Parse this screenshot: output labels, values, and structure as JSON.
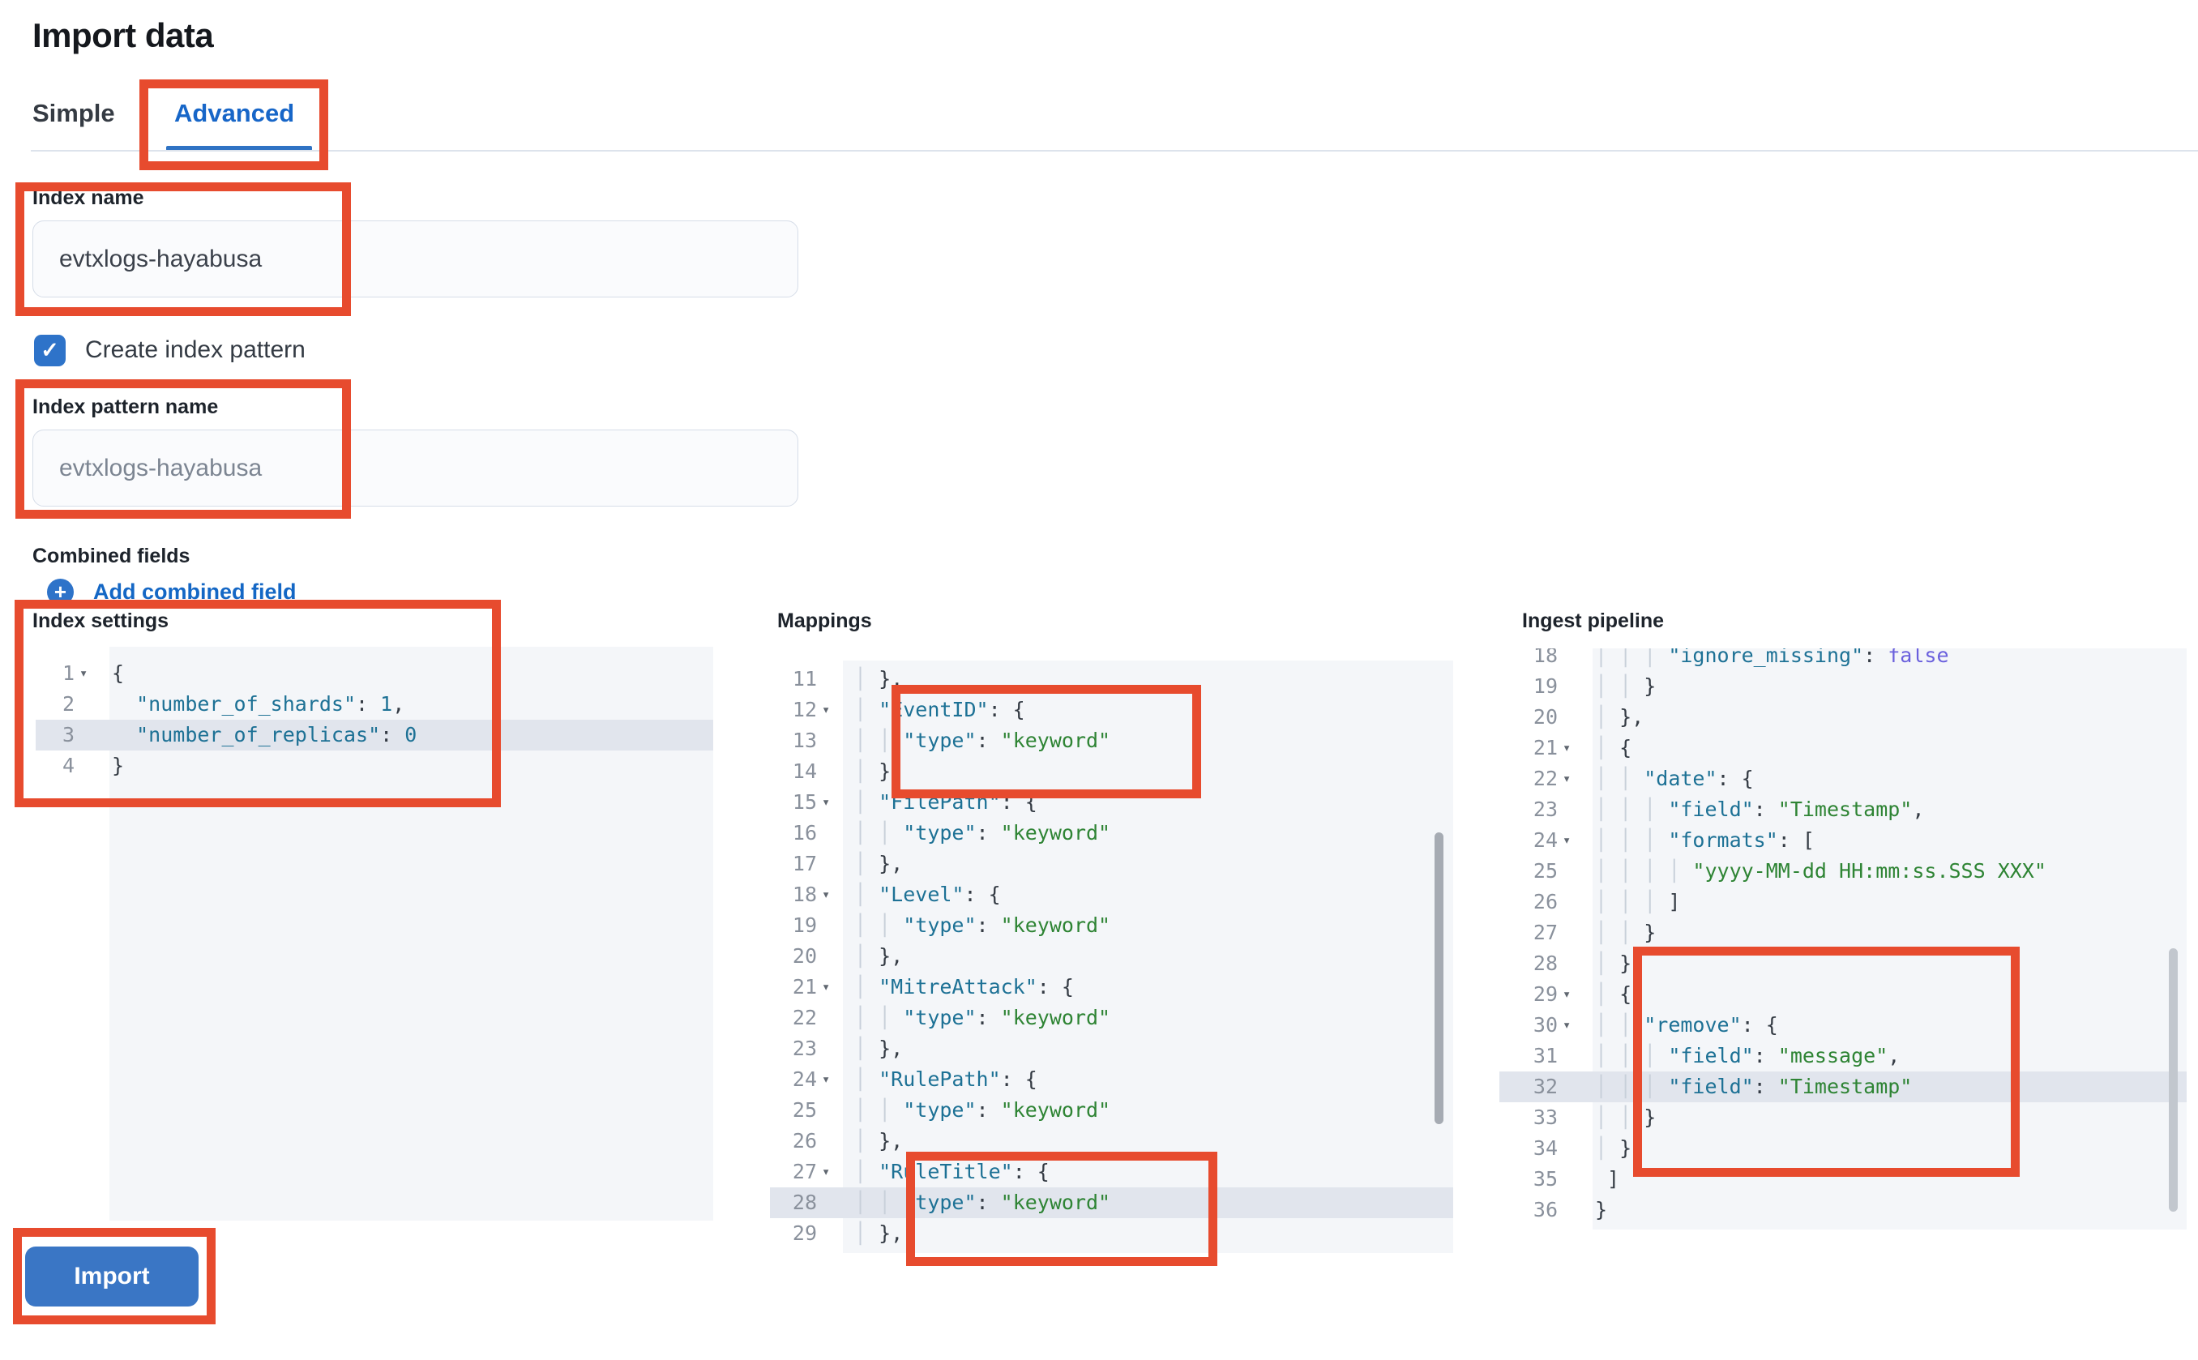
{
  "page": {
    "title": "Import data"
  },
  "tabs": [
    {
      "label": "Simple",
      "active": false
    },
    {
      "label": "Advanced",
      "active": true
    }
  ],
  "form": {
    "index_name": {
      "label": "Index name",
      "value": "evtxlogs-hayabusa"
    },
    "create_index_pattern": {
      "label": "Create index pattern",
      "checked": true
    },
    "index_pattern_name": {
      "label": "Index pattern name",
      "placeholder": "evtxlogs-hayabusa"
    },
    "combined_fields": {
      "label": "Combined fields",
      "add_link_label": "Add combined field"
    }
  },
  "icons": {
    "checkmark": "✓",
    "plus": "+",
    "fold_caret": "▾"
  },
  "import_button": {
    "label": "Import"
  },
  "annotations": {
    "color": "#e74b2e",
    "boxes": [
      "advanced-tab",
      "index-name-field",
      "index-pattern-name-field",
      "index-settings-editor",
      "mappings-eventid-lines",
      "mappings-ruletitle-lines",
      "ingest-remove-lines",
      "import-button"
    ]
  },
  "editors": [
    {
      "id": "index-settings",
      "label": "Index settings",
      "lines": [
        {
          "n": 1,
          "caret": true,
          "segs": [
            [
              "pl",
              "{"
            ]
          ]
        },
        {
          "n": 2,
          "segs": [
            [
              "pl",
              "  "
            ],
            [
              "ky",
              "\"number_of_shards\""
            ],
            [
              "pl",
              ": "
            ],
            [
              "nu",
              "1"
            ],
            [
              "pl",
              ","
            ]
          ]
        },
        {
          "n": 3,
          "hl": true,
          "segs": [
            [
              "pl",
              "  "
            ],
            [
              "ky",
              "\"number_of_replicas\""
            ],
            [
              "pl",
              ": "
            ],
            [
              "nu",
              "0"
            ]
          ]
        },
        {
          "n": 4,
          "segs": [
            [
              "pl",
              "}"
            ]
          ]
        }
      ]
    },
    {
      "id": "mappings",
      "label": "Mappings",
      "lines": [
        {
          "n": 11,
          "g": 1,
          "segs": [
            [
              "pl",
              "},"
            ]
          ]
        },
        {
          "n": 12,
          "caret": true,
          "g": 1,
          "segs": [
            [
              "ky",
              "\"EventID\""
            ],
            [
              "pl",
              ": {"
            ]
          ]
        },
        {
          "n": 13,
          "g": 2,
          "segs": [
            [
              "ky",
              "\"type\""
            ],
            [
              "pl",
              ": "
            ],
            [
              "st",
              "\"keyword\""
            ]
          ]
        },
        {
          "n": 14,
          "g": 1,
          "segs": [
            [
              "pl",
              "},"
            ]
          ]
        },
        {
          "n": 15,
          "caret": true,
          "g": 1,
          "segs": [
            [
              "ky",
              "\"FilePath\""
            ],
            [
              "pl",
              ": {"
            ]
          ]
        },
        {
          "n": 16,
          "g": 2,
          "segs": [
            [
              "ky",
              "\"type\""
            ],
            [
              "pl",
              ": "
            ],
            [
              "st",
              "\"keyword\""
            ]
          ]
        },
        {
          "n": 17,
          "g": 1,
          "segs": [
            [
              "pl",
              "},"
            ]
          ]
        },
        {
          "n": 18,
          "caret": true,
          "g": 1,
          "segs": [
            [
              "ky",
              "\"Level\""
            ],
            [
              "pl",
              ": {"
            ]
          ]
        },
        {
          "n": 19,
          "g": 2,
          "segs": [
            [
              "ky",
              "\"type\""
            ],
            [
              "pl",
              ": "
            ],
            [
              "st",
              "\"keyword\""
            ]
          ]
        },
        {
          "n": 20,
          "g": 1,
          "segs": [
            [
              "pl",
              "},"
            ]
          ]
        },
        {
          "n": 21,
          "caret": true,
          "g": 1,
          "segs": [
            [
              "ky",
              "\"MitreAttack\""
            ],
            [
              "pl",
              ": {"
            ]
          ]
        },
        {
          "n": 22,
          "g": 2,
          "segs": [
            [
              "ky",
              "\"type\""
            ],
            [
              "pl",
              ": "
            ],
            [
              "st",
              "\"keyword\""
            ]
          ]
        },
        {
          "n": 23,
          "g": 1,
          "segs": [
            [
              "pl",
              "},"
            ]
          ]
        },
        {
          "n": 24,
          "caret": true,
          "g": 1,
          "segs": [
            [
              "ky",
              "\"RulePath\""
            ],
            [
              "pl",
              ": {"
            ]
          ]
        },
        {
          "n": 25,
          "g": 2,
          "segs": [
            [
              "ky",
              "\"type\""
            ],
            [
              "pl",
              ": "
            ],
            [
              "st",
              "\"keyword\""
            ]
          ]
        },
        {
          "n": 26,
          "g": 1,
          "segs": [
            [
              "pl",
              "},"
            ]
          ]
        },
        {
          "n": 27,
          "caret": true,
          "g": 1,
          "segs": [
            [
              "ky",
              "\"RuleTitle\""
            ],
            [
              "pl",
              ": {"
            ]
          ]
        },
        {
          "n": 28,
          "g": 2,
          "hl": true,
          "segs": [
            [
              "ky",
              "\"type\""
            ],
            [
              "pl",
              ": "
            ],
            [
              "st",
              "\"keyword\""
            ]
          ]
        },
        {
          "n": 29,
          "g": 1,
          "segs": [
            [
              "pl",
              "},"
            ]
          ]
        }
      ]
    },
    {
      "id": "ingest-pipeline",
      "label": "Ingest pipeline",
      "lines": [
        {
          "n": 18,
          "g": 3,
          "segs": [
            [
              "ky",
              "\"ignore_missing\""
            ],
            [
              "pl",
              ": "
            ],
            [
              "bo",
              "false"
            ]
          ]
        },
        {
          "n": 19,
          "g": 2,
          "segs": [
            [
              "pl",
              "}"
            ]
          ]
        },
        {
          "n": 20,
          "g": 1,
          "segs": [
            [
              "pl",
              "},"
            ]
          ]
        },
        {
          "n": 21,
          "caret": true,
          "g": 1,
          "segs": [
            [
              "pl",
              "{"
            ]
          ]
        },
        {
          "n": 22,
          "caret": true,
          "g": 2,
          "segs": [
            [
              "ky",
              "\"date\""
            ],
            [
              "pl",
              ": {"
            ]
          ]
        },
        {
          "n": 23,
          "g": 3,
          "segs": [
            [
              "ky",
              "\"field\""
            ],
            [
              "pl",
              ": "
            ],
            [
              "st",
              "\"Timestamp\""
            ],
            [
              "pl",
              ","
            ]
          ]
        },
        {
          "n": 24,
          "caret": true,
          "g": 3,
          "segs": [
            [
              "ky",
              "\"formats\""
            ],
            [
              "pl",
              ": ["
            ]
          ]
        },
        {
          "n": 25,
          "g": 4,
          "segs": [
            [
              "st",
              "\"yyyy-MM-dd HH:mm:ss.SSS XXX\""
            ]
          ]
        },
        {
          "n": 26,
          "g": 3,
          "segs": [
            [
              "pl",
              "]"
            ]
          ]
        },
        {
          "n": 27,
          "g": 2,
          "segs": [
            [
              "pl",
              "}"
            ]
          ]
        },
        {
          "n": 28,
          "g": 1,
          "segs": [
            [
              "pl",
              "},"
            ]
          ]
        },
        {
          "n": 29,
          "caret": true,
          "g": 1,
          "segs": [
            [
              "pl",
              "{"
            ]
          ]
        },
        {
          "n": 30,
          "caret": true,
          "g": 2,
          "segs": [
            [
              "ky",
              "\"remove\""
            ],
            [
              "pl",
              ": {"
            ]
          ]
        },
        {
          "n": 31,
          "g": 3,
          "segs": [
            [
              "ky",
              "\"field\""
            ],
            [
              "pl",
              ": "
            ],
            [
              "st",
              "\"message\""
            ],
            [
              "pl",
              ","
            ]
          ]
        },
        {
          "n": 32,
          "g": 3,
          "hl": true,
          "segs": [
            [
              "ky",
              "\"field\""
            ],
            [
              "pl",
              ": "
            ],
            [
              "st",
              "\"Timestamp\""
            ]
          ]
        },
        {
          "n": 33,
          "g": 2,
          "segs": [
            [
              "pl",
              "}"
            ]
          ]
        },
        {
          "n": 34,
          "g": 1,
          "segs": [
            [
              "pl",
              "}"
            ]
          ]
        },
        {
          "n": 35,
          "segs": [
            [
              "pl",
              " ]"
            ]
          ]
        },
        {
          "n": 36,
          "segs": [
            [
              "pl",
              "}"
            ]
          ]
        }
      ]
    }
  ]
}
